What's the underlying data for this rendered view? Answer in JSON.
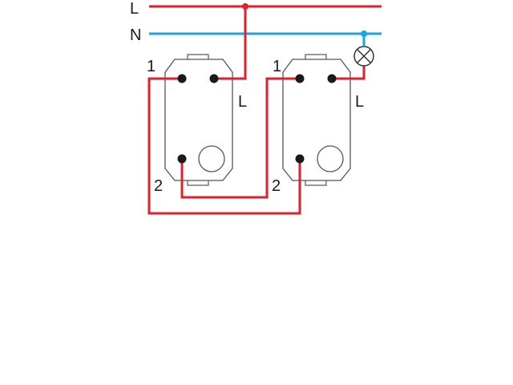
{
  "lines": {
    "live": {
      "label": "L",
      "color": "#e0202e"
    },
    "neutral": {
      "label": "N",
      "color": "#1aa5e0"
    }
  },
  "switch_1": {
    "terminal_1_label": "1",
    "terminal_2_label": "2",
    "terminal_l_label": "L"
  },
  "switch_2": {
    "terminal_1_label": "1",
    "terminal_2_label": "2",
    "terminal_l_label": "L"
  },
  "colors": {
    "wire_live": "#e0202e",
    "wire_neutral": "#1aa5e0",
    "device_outline": "#555555",
    "terminal": "#1a1a1a"
  },
  "icons": {
    "lamp": "lamp-icon"
  }
}
